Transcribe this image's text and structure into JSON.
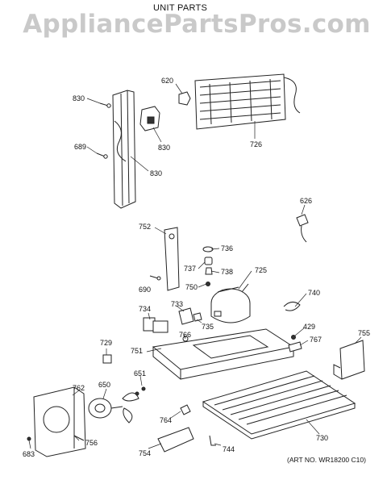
{
  "watermark": "AppliancePartsPros.com",
  "title": "UNIT PARTS",
  "art_no": "(ART NO. WR18200 C10)",
  "labels": {
    "l620": "620",
    "l830a": "830",
    "l830b": "830",
    "l830c": "830",
    "l689": "689",
    "l726": "726",
    "l626": "626",
    "l752": "752",
    "l736": "736",
    "l737": "737",
    "l738": "738",
    "l725": "725",
    "l690": "690",
    "l750": "750",
    "l740": "740",
    "l734": "734",
    "l733": "733",
    "l735": "735",
    "l766": "766",
    "l429": "429",
    "l755": "755",
    "l767": "767",
    "l729": "729",
    "l751": "751",
    "l651": "651",
    "l762": "762",
    "l650": "650",
    "l764": "764",
    "l756": "756",
    "l754": "754",
    "l744": "744",
    "l730": "730",
    "l683": "683"
  }
}
